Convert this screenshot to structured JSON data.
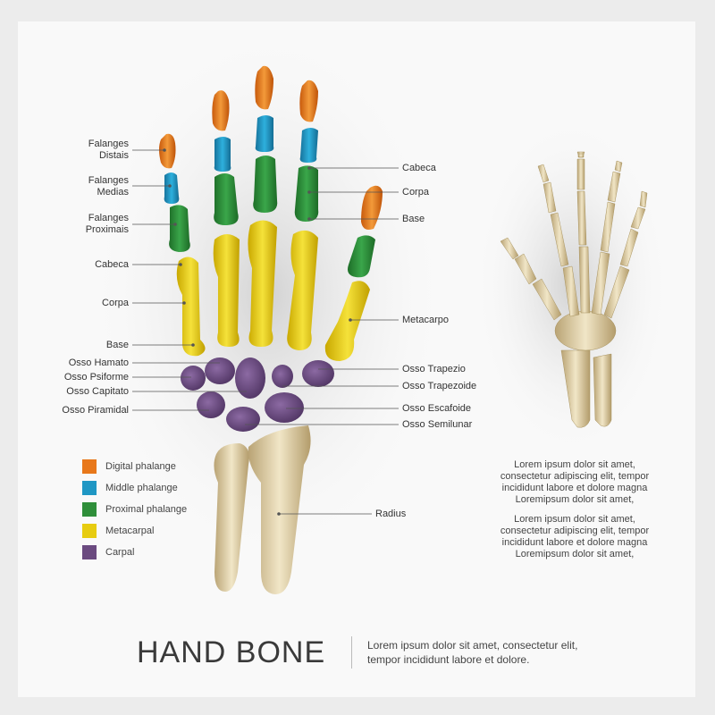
{
  "title": "HAND BONE",
  "subtitle": "Lorem ipsum dolor sit amet, consectetur elit, tempor incididunt labore et dolore.",
  "colors": {
    "digital": "#e8781a",
    "middle": "#1f97c4",
    "proximal": "#2f8f3a",
    "metacarpal": "#e7cc10",
    "carpal": "#6b4a80",
    "bone": "#e9dab3"
  },
  "left_labels": {
    "falanges_distais_1": "Falanges",
    "falanges_distais_2": "Distais",
    "falanges_medias_1": "Falanges",
    "falanges_medias_2": "Medias",
    "falanges_proximais_1": "Falanges",
    "falanges_proximais_2": "Proximais",
    "cabeca": "Cabeca",
    "corpa": "Corpa",
    "base": "Base",
    "osso_hamato": "Osso Hamato",
    "osso_psiforme": "Osso Psiforme",
    "osso_capitato": "Osso Capitato",
    "osso_piramidal": "Osso Piramidal"
  },
  "right_labels": {
    "cabeca": "Cabeca",
    "corpa": "Corpa",
    "base": "Base",
    "metacarpo": "Metacarpo",
    "osso_trapezio": "Osso Trapezio",
    "osso_trapezoide": "Osso Trapezoide",
    "osso_escafoide": "Osso Escafoide",
    "osso_semilunar": "Osso Semilunar",
    "radius": "Radius"
  },
  "legend": [
    {
      "label": "Digital phalange",
      "color": "#e8781a"
    },
    {
      "label": "Middle phalange",
      "color": "#1f97c4"
    },
    {
      "label": "Proximal phalange",
      "color": "#2f8f3a"
    },
    {
      "label": "Metacarpal",
      "color": "#e7cc10"
    },
    {
      "label": "Carpal",
      "color": "#6b4a80"
    }
  ],
  "side_text": {
    "para1": [
      "Lorem ipsum dolor sit amet,",
      "consectetur adipiscing elit, tempor",
      "incididunt labore et dolore magna",
      "Loremipsum dolor sit amet,"
    ],
    "para2": [
      "Lorem ipsum dolor sit amet,",
      "consectetur adipiscing elit, tempor",
      "incididunt labore et dolore magna",
      "Loremipsum dolor sit amet,"
    ]
  }
}
